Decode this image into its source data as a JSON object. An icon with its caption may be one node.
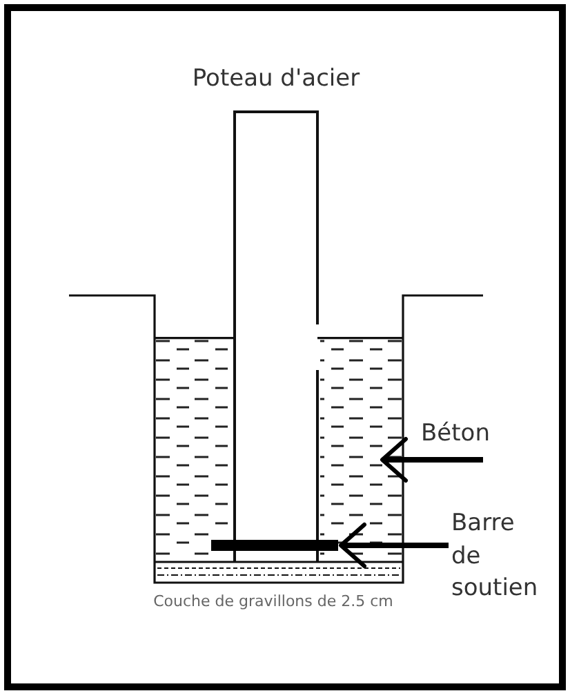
{
  "diagram": {
    "nodes": [
      {
        "text": [
          "Béton"
        ]
      },
      {
        "text": [],
        "shape": "box"
      },
      {
        "text": [
          "Barre de soutien"
        ]
      },
      {
        "text": [],
        "shape": "bar",
        "in": 1
      }
    ],
    "edges": [
      {
        "from": 0,
        "to": 1,
        "arrow": "to"
      },
      {
        "from": 2,
        "to": 3,
        "arrow": "to"
      }
    ],
    "labels": [
      "Poteau d'acier",
      "Couche de gravillons de 2.5 cm"
    ]
  }
}
